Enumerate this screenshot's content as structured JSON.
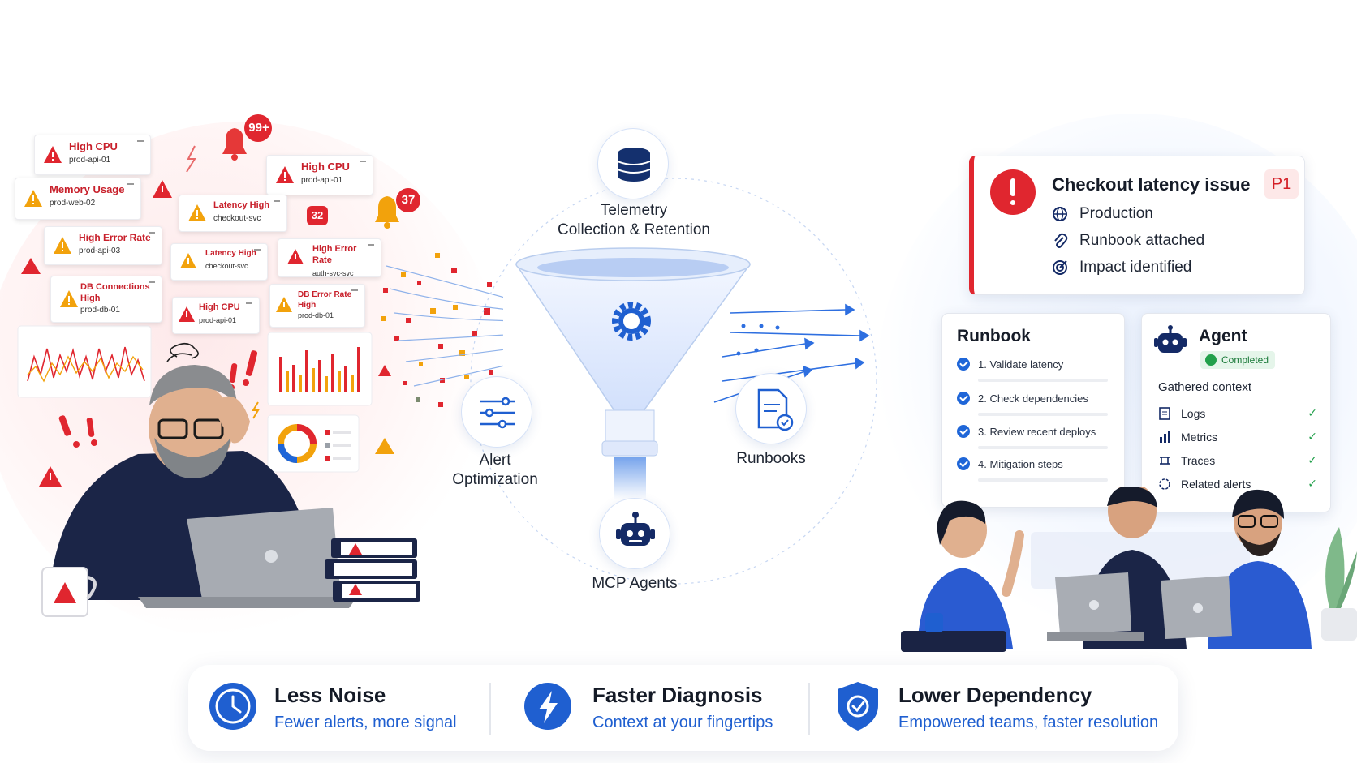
{
  "alerts": [
    {
      "title": "High CPU",
      "sub": "prod-api-01"
    },
    {
      "title": "Memory Usage",
      "sub": "prod-web-02"
    },
    {
      "title": "High Error Rate",
      "sub": "prod-api-03"
    },
    {
      "title": "DB Connections High",
      "sub": "prod-db-01"
    },
    {
      "title": "High CPU",
      "sub": "prod-api-01"
    },
    {
      "title": "Latency High",
      "sub": "checkout-svc"
    },
    {
      "title": "Latency High",
      "sub": "checkout-svc"
    },
    {
      "title": "High Error Rate",
      "sub": "auth-svc-svc"
    },
    {
      "title": "High CPU",
      "sub": "prod-api-01"
    },
    {
      "title": "DB Error Rate High",
      "sub": "prod-db-01"
    }
  ],
  "badges": {
    "bell_big": "99+",
    "bell_small": "37",
    "square": "32"
  },
  "center": {
    "telemetry": "Telemetry\nCollection & Retention",
    "alert_opt": "Alert\nOptimization",
    "runbooks": "Runbooks",
    "mcp": "MCP Agents"
  },
  "incident": {
    "title": "Checkout latency issue",
    "priority": "P1",
    "items": [
      "Production",
      "Runbook attached",
      "Impact identified"
    ]
  },
  "runbook": {
    "title": "Runbook",
    "steps": [
      "1. Validate latency",
      "2. Check dependencies",
      "3. Review recent deploys",
      "4. Mitigation steps"
    ]
  },
  "agent": {
    "title": "Agent",
    "status": "Completed",
    "section": "Gathered context",
    "items": [
      "Logs",
      "Metrics",
      "Traces",
      "Related alerts"
    ]
  },
  "features": [
    {
      "title": "Less Noise",
      "sub": "Fewer alerts, more signal",
      "icon": "clock-icon"
    },
    {
      "title": "Faster Diagnosis",
      "sub": "Context at your fingertips",
      "icon": "lightning-icon"
    },
    {
      "title": "Lower Dependency",
      "sub": "Empowered teams, faster resolution",
      "icon": "shield-check-icon"
    }
  ],
  "colors": {
    "alert_red": "#e0262f",
    "warn_orange": "#f2a20c",
    "blue": "#1f66d8",
    "navy": "#142a66",
    "green": "#22a04b"
  }
}
